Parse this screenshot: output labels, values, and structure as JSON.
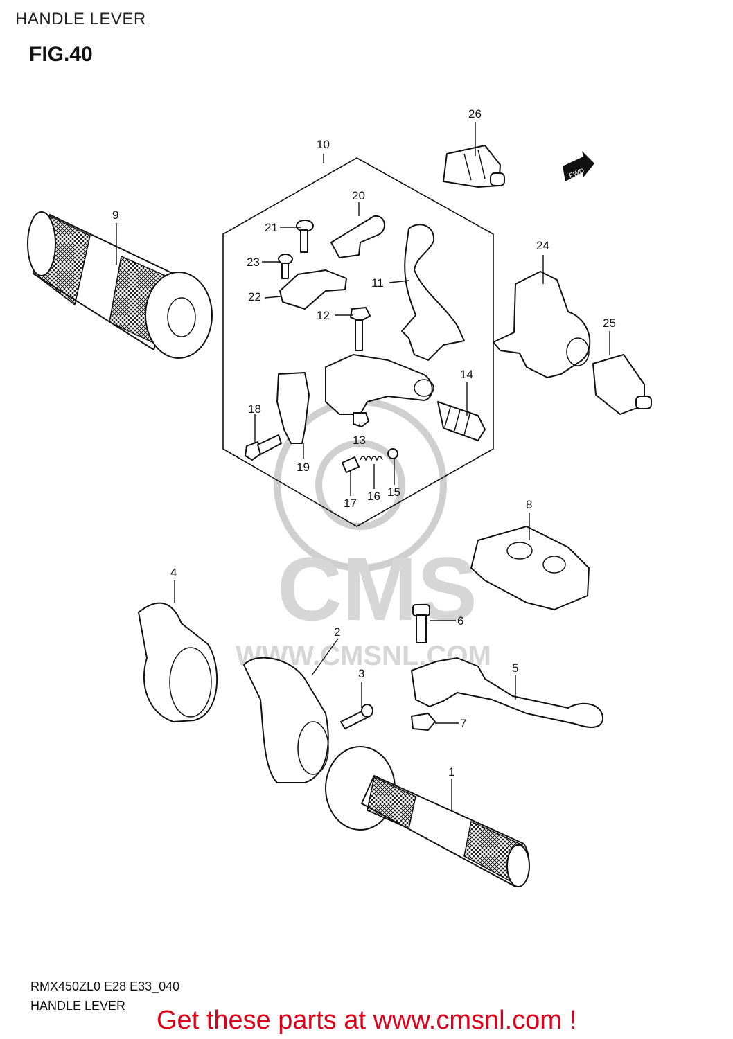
{
  "header": {
    "title": "HANDLE LEVER",
    "figure": "FIG.40"
  },
  "footer": {
    "model_code": "RMX450ZL0 E28 E33_040",
    "name": "HANDLE LEVER"
  },
  "promo": {
    "text": "Get these parts at www.cmsnl.com !",
    "color": "#e0001a"
  },
  "watermark": {
    "brand": "CMS",
    "url": "WWW.CMSNL.COM"
  },
  "direction_tag": "FWD",
  "callouts": [
    "1",
    "2",
    "3",
    "4",
    "5",
    "6",
    "7",
    "8",
    "9",
    "10",
    "11",
    "12",
    "13",
    "14",
    "15",
    "16",
    "17",
    "18",
    "19",
    "20",
    "21",
    "22",
    "23",
    "24",
    "25",
    "26"
  ]
}
